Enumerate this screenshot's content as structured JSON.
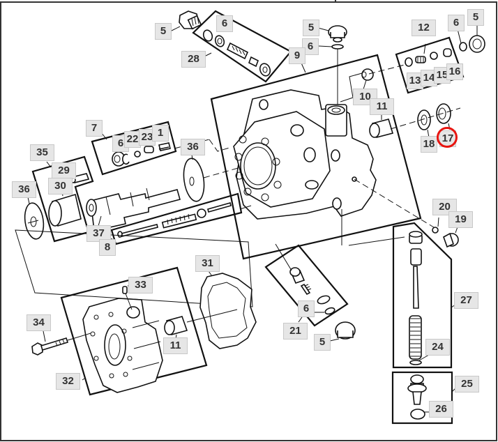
{
  "diagram": {
    "title": "Hydraulic pump exploded parts view",
    "highlight_color": "#e8140f",
    "highlighted_part": "17",
    "callouts": {
      "c5a": "5",
      "c6a": "6",
      "c28": "28",
      "c5b": "5",
      "c6b": "6",
      "c9": "9",
      "c12": "12",
      "c6c": "6",
      "c5c": "5",
      "c13": "13",
      "c14": "14",
      "c15": "15",
      "c16": "16",
      "c10": "10",
      "c11a": "11",
      "c18": "18",
      "c17": "17",
      "c7": "7",
      "c6d": "6",
      "c22": "22",
      "c23": "23",
      "c1": "1",
      "c36a": "36",
      "c35": "35",
      "c29": "29",
      "c30": "30",
      "c36b": "36",
      "c37": "37",
      "c8": "8",
      "c20": "20",
      "c19": "19",
      "c27": "27",
      "c24": "24",
      "c25": "25",
      "c26": "26",
      "c31": "31",
      "c33": "33",
      "c34": "34",
      "c11b": "11",
      "c32": "32",
      "c6e": "6",
      "c21": "21",
      "c5d": "5"
    }
  }
}
